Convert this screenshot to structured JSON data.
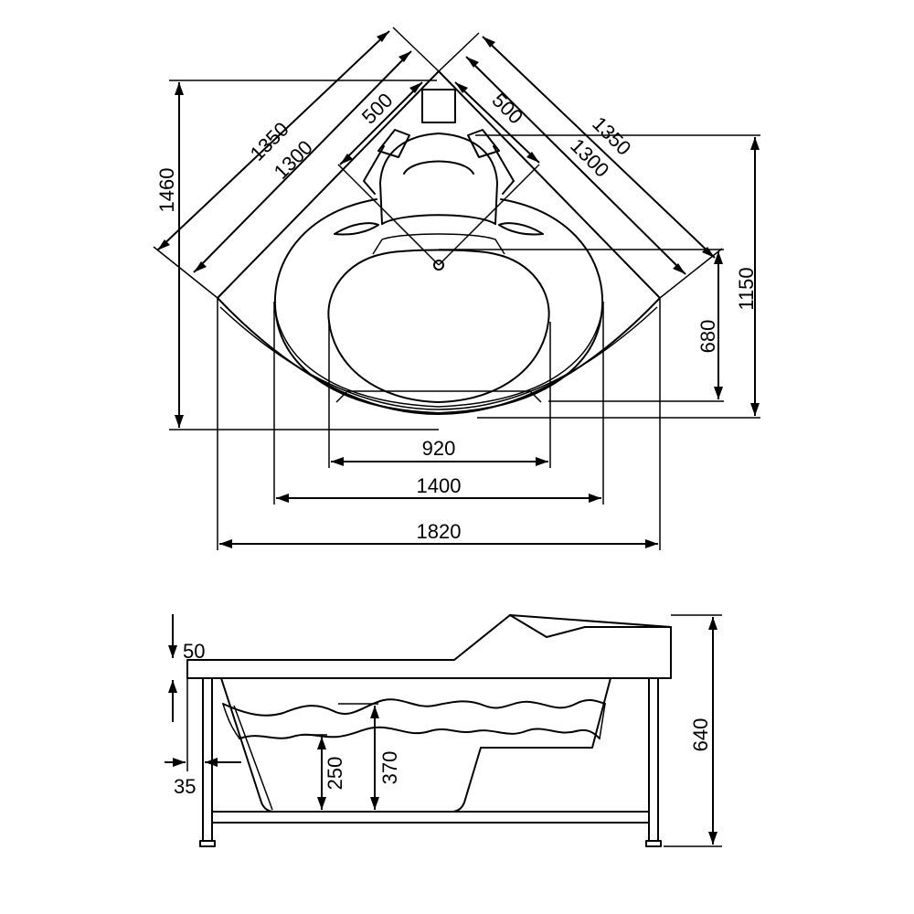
{
  "colors": {
    "line": "#000000",
    "background": "#ffffff"
  },
  "plan_view": {
    "dimensions": {
      "left_outer_side": "1350",
      "left_inner_side": "1300",
      "left_seat_side": "500",
      "right_seat_side": "500",
      "right_outer_side": "1350",
      "right_inner_side": "1300",
      "overall_depth": "1460",
      "right_depth": "1150",
      "inner_depth": "680",
      "basin_width": "920",
      "inner_width": "1400",
      "overall_width": "1820"
    }
  },
  "side_view": {
    "dimensions": {
      "rim_thickness": "50",
      "leg_offset": "35",
      "water_depth_low": "250",
      "water_depth_high": "370",
      "total_height": "640"
    }
  }
}
